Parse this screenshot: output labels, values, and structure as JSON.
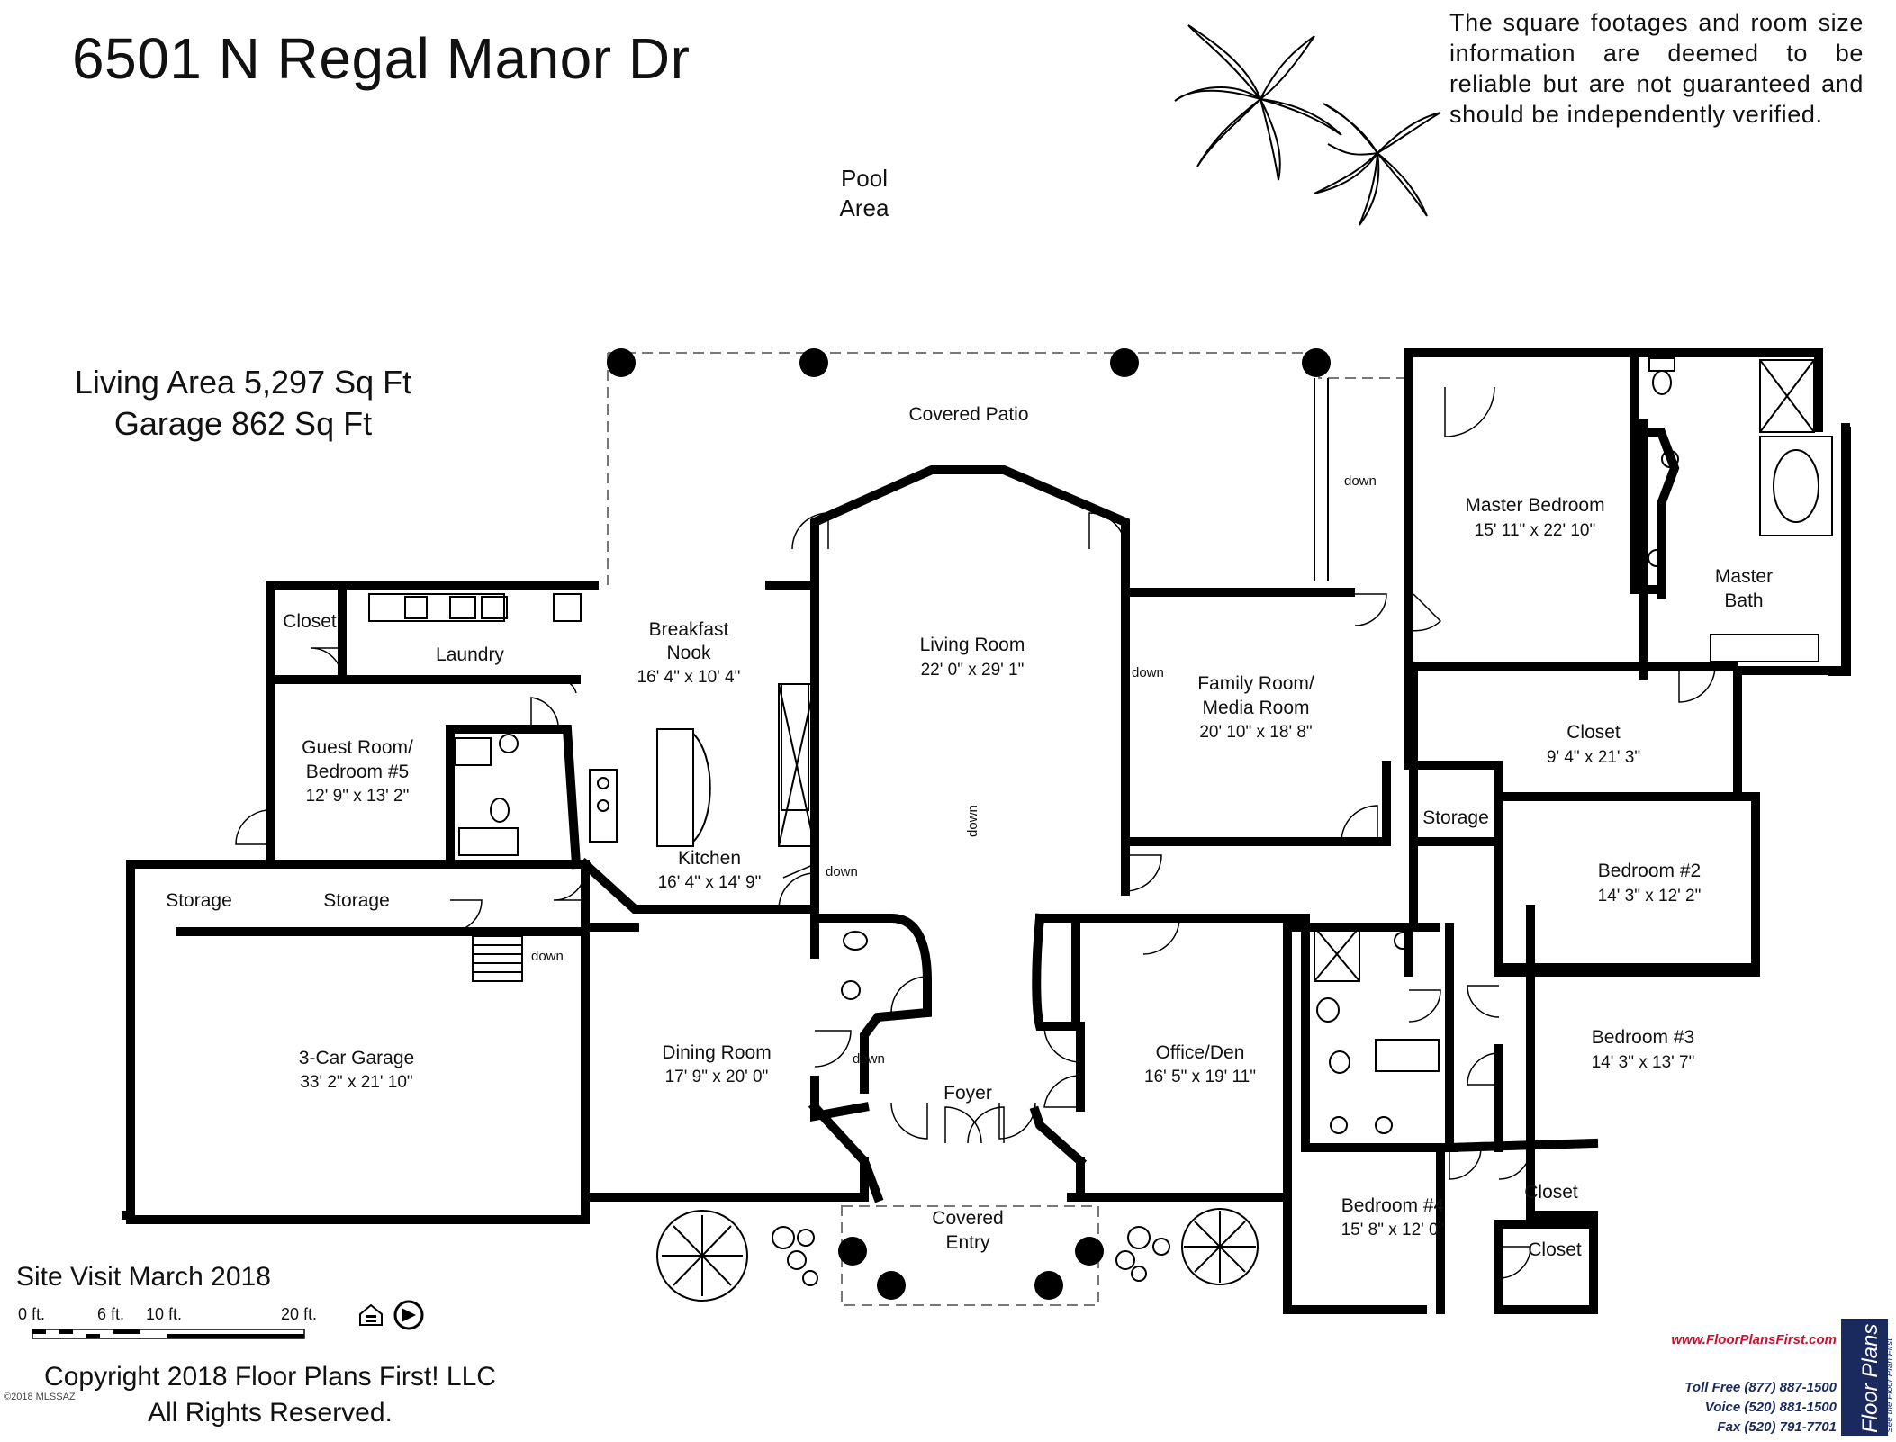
{
  "header": {
    "address": "6501 N Regal Manor Dr",
    "disclaimer": "The square footages and room size information are deemed to be reliable but are not guaranteed and should be independently verified."
  },
  "stats": {
    "living_area": "Living Area 5,297 Sq Ft",
    "garage_area": "Garage 862 Sq Ft"
  },
  "outdoor": {
    "pool_line1": "Pool",
    "pool_line2": "Area",
    "covered_patio": "Covered Patio",
    "covered_entry_line1": "Covered",
    "covered_entry_line2": "Entry"
  },
  "rooms": {
    "closet_west": "Closet",
    "laundry": "Laundry",
    "breakfast_nook_line1": "Breakfast",
    "breakfast_nook_line2": "Nook",
    "breakfast_nook_dim": "16' 4\" x 10' 4\"",
    "living_room": "Living Room",
    "living_room_dim": "22' 0\" x 29' 1\"",
    "family_room_line1": "Family Room/",
    "family_room_line2": "Media Room",
    "family_room_dim": "20' 10\" x 18' 8\"",
    "master_bedroom": "Master Bedroom",
    "master_bedroom_dim": "15' 11\" x 22' 10\"",
    "master_bath_line1": "Master",
    "master_bath_line2": "Bath",
    "master_closet": "Closet",
    "master_closet_dim": "9' 4\" x 21' 3\"",
    "storage_east": "Storage",
    "guest_room_line1": "Guest Room/",
    "guest_room_line2": "Bedroom #5",
    "guest_room_dim": "12' 9\" x 13' 2\"",
    "kitchen": "Kitchen",
    "kitchen_dim": "16' 4\" x 14' 9\"",
    "storage_1": "Storage",
    "storage_2": "Storage",
    "garage": "3-Car Garage",
    "garage_dim": "33' 2\" x 21' 10\"",
    "dining_room": "Dining Room",
    "dining_room_dim": "17' 9\" x 20' 0\"",
    "foyer": "Foyer",
    "office": "Office/Den",
    "office_dim": "16' 5\" x 19' 11\"",
    "bedroom2": "Bedroom #2",
    "bedroom2_dim": "14' 3\" x 12' 2\"",
    "bedroom3": "Bedroom #3",
    "bedroom3_dim": "14' 3\" x 13' 7\"",
    "bedroom4": "Bedroom #4",
    "bedroom4_dim": "15' 8\" x 12' 0\"",
    "closet_se1": "Closet",
    "closet_se2": "Closet"
  },
  "annotations": {
    "down": "down"
  },
  "scale": {
    "t0": "0 ft.",
    "t6": "6 ft.",
    "t10": "10 ft.",
    "t20": "20 ft."
  },
  "footer": {
    "site_visit": "Site Visit March 2018",
    "copyright_line1": "Copyright 2018 Floor Plans First! LLC",
    "copyright_line2": "All Rights Reserved.",
    "mls": "©2018 MLSSAZ"
  },
  "company": {
    "website": "www.FloorPlansFirst.com",
    "toll_free": "Toll Free (877) 887-1500",
    "voice": "Voice (520) 881-1500",
    "fax": "Fax (520) 791-7701",
    "logo_text": "Floor Plans First!",
    "logo_tagline": "See the Floor Plan First"
  },
  "colors": {
    "brand_red": "#c8102e",
    "brand_navy": "#1a2a5e"
  }
}
